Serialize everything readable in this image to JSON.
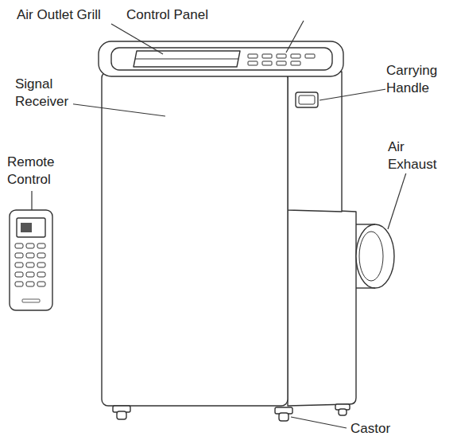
{
  "diagram": {
    "labels": [
      "Air Outlet Grill",
      "Control Panel",
      "Signal Receiver",
      "Remote Control",
      "Carrying Handle",
      "Air Exhaust",
      "Castor"
    ]
  }
}
